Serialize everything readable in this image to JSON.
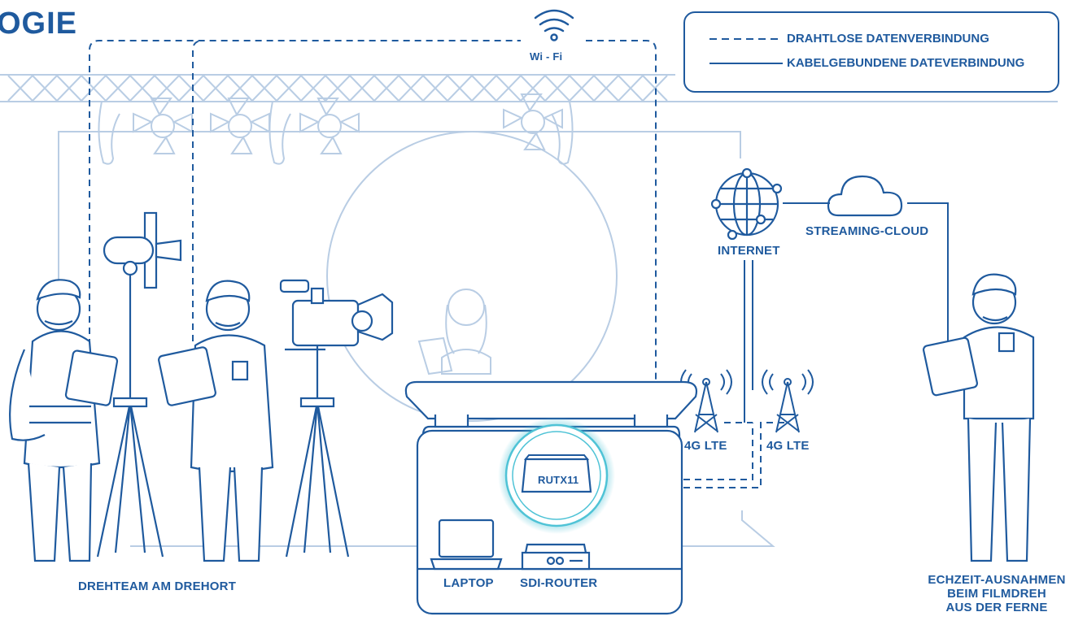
{
  "title": "OGIE",
  "legend": {
    "wireless": "DRAHTLOSE DATENVERBINDUNG",
    "wired": "KABELGEBUNDENE DATEVERBINDUNG"
  },
  "labels": {
    "wifi": "Wi - Fi",
    "internet": "INTERNET",
    "cloud": "STREAMING-CLOUD",
    "lte_left": "4G LTE",
    "lte_right": "4G LTE",
    "router": "RUTX11",
    "laptop": "LAPTOP",
    "sdi": "SDI-ROUTER",
    "crew": "DREHTEAM AM DREHORT",
    "remote_line1": "ECHZEIT-AUSNAHMEN",
    "remote_line2": "BEIM FILMDREH",
    "remote_line3": "AUS DER FERNE"
  },
  "colors": {
    "primary": "#1f5a9e",
    "light": "#b9cde4",
    "glow": "#4fc3d6",
    "background": "#ffffff"
  },
  "icons": [
    "wifi-icon",
    "globe-icon",
    "cloud-icon",
    "antenna-icon",
    "router-icon",
    "laptop-icon",
    "sdi-router-icon",
    "camera-icon",
    "spotlight-icon",
    "person-icon",
    "tablet-icon"
  ]
}
